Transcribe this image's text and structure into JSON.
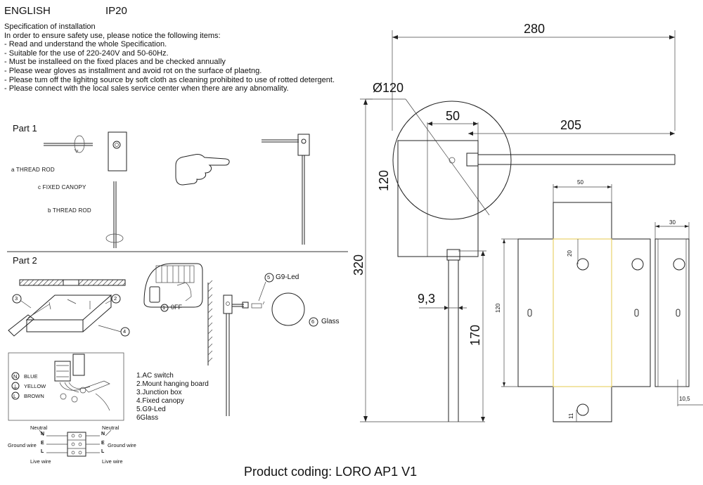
{
  "header": {
    "language": "ENGLISH",
    "ip_rating": "IP20"
  },
  "spec": {
    "title": "Specification of installation",
    "intro": "In order to ensure safety use, please notice the following items:",
    "items": [
      "- Read and understand the whole Specification.",
      "- Suitable for the use of 220-240V and 50-60Hz.",
      "- Must be installeed on the fixed places and be checked annually",
      "- Please wear gloves as installment and avoid rot on the surface of plaetng.",
      "- Please tum off the lighitng source by soft cloth as cleaning prohibited to use of rotted detergent.",
      "- Please connect with the local sales service center when there are any abnomality."
    ]
  },
  "part1": {
    "title": "Part 1",
    "label_a": "a THREAD ROD",
    "label_c": "c FIXED CANOPY",
    "label_b": "b THREAD ROD"
  },
  "part2": {
    "title": "Part 2",
    "callout_1": "1",
    "callout_2": "2",
    "callout_3": "3",
    "callout_4": "4",
    "callout_5": "5",
    "callout_6": "6",
    "off_label": "0FF",
    "g9_label": "G9-Led",
    "glass_label": "Glass",
    "wires": [
      {
        "symbol": "N",
        "color": "BLUE"
      },
      {
        "symbol": "⏚",
        "color": "YELLOW"
      },
      {
        "symbol": "L",
        "color": "BROWN"
      }
    ],
    "legend": [
      "1.AC switch",
      "2.Mount hanging board",
      "3.Junction box",
      "4.Fixed canopy",
      "5.G9-Led",
      "6Glass"
    ],
    "wiring": {
      "neutral_left": "Neutral",
      "neutral_right": "Neutral",
      "ground_left": "Ground wire",
      "ground_right": "Ground wire",
      "live_left": "Live wire",
      "live_right": "Live wire",
      "n": "N",
      "e": "E",
      "l": "L"
    }
  },
  "dimensions": {
    "width_280": "280",
    "diameter_120": "Ø120",
    "d_50": "50",
    "d_205": "205",
    "d_120": "120",
    "d_320": "320",
    "d_9_3": "9,3",
    "d_170": "170",
    "plate_50": "50",
    "plate_20": "20",
    "plate_120": "120",
    "plate_11": "11",
    "side_30": "30",
    "side_10_5": "10,5"
  },
  "footer": {
    "product_coding": "Product coding: LORO AP1 V1"
  }
}
